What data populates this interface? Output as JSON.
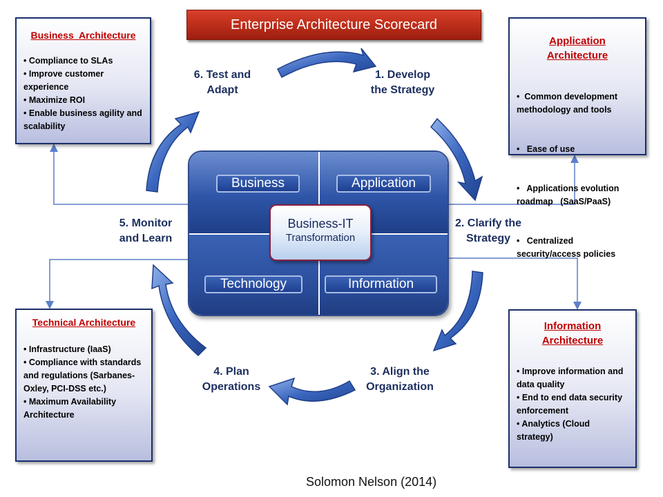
{
  "title": "Enterprise Architecture Scorecard",
  "center": {
    "line1": "Business-IT",
    "line2": "Transformation"
  },
  "domains": {
    "business": "Business",
    "application": "Application",
    "technology": "Technology",
    "information": "Information"
  },
  "steps": [
    {
      "line1": "1. Develop",
      "line2": "the Strategy"
    },
    {
      "line1": "2. Clarify the",
      "line2": "Strategy"
    },
    {
      "line1": "3. Align the",
      "line2": "Organization"
    },
    {
      "line1": "4. Plan",
      "line2": "Operations"
    },
    {
      "line1": "5. Monitor",
      "line2": "and Learn"
    },
    {
      "line1": "6. Test and",
      "line2": "Adapt"
    }
  ],
  "boxes": {
    "business": {
      "title": "Business  Architecture",
      "items": [
        "• Compliance to SLAs",
        "• Improve customer experience",
        "• Maximize ROI",
        "• Enable business agility and scalability"
      ]
    },
    "application": {
      "title_line1": "Application",
      "title_line2": "Architecture",
      "items": [
        "•  Common development methodology and tools",
        "•   Ease of use",
        "•   Applications evolution roadmap   (SaaS/PaaS)",
        "•   Centralized security/access policies"
      ]
    },
    "technical": {
      "title": "Technical Architecture",
      "items": [
        "•  Infrastructure (IaaS)",
        "•  Compliance with standards and regulations (Sarbanes-Oxley, PCI-DSS etc.)",
        "•  Maximum Availability Architecture"
      ]
    },
    "information": {
      "title_line1": "Information",
      "title_line2": "Architecture",
      "items": [
        "•  Improve information and data quality",
        "•  End to end data security enforcement",
        "• Analytics (Cloud strategy)"
      ]
    }
  },
  "footer": "Solomon Nelson (2014)",
  "colors": {
    "title_banner": "#c0301c",
    "box_border": "#1b2f6b",
    "box_title": "#c00000",
    "arrow": "#2b56ad",
    "connector": "#5b7fc9",
    "core_quadrant": "#2f55a8",
    "step_text": "#1c2e5e"
  }
}
